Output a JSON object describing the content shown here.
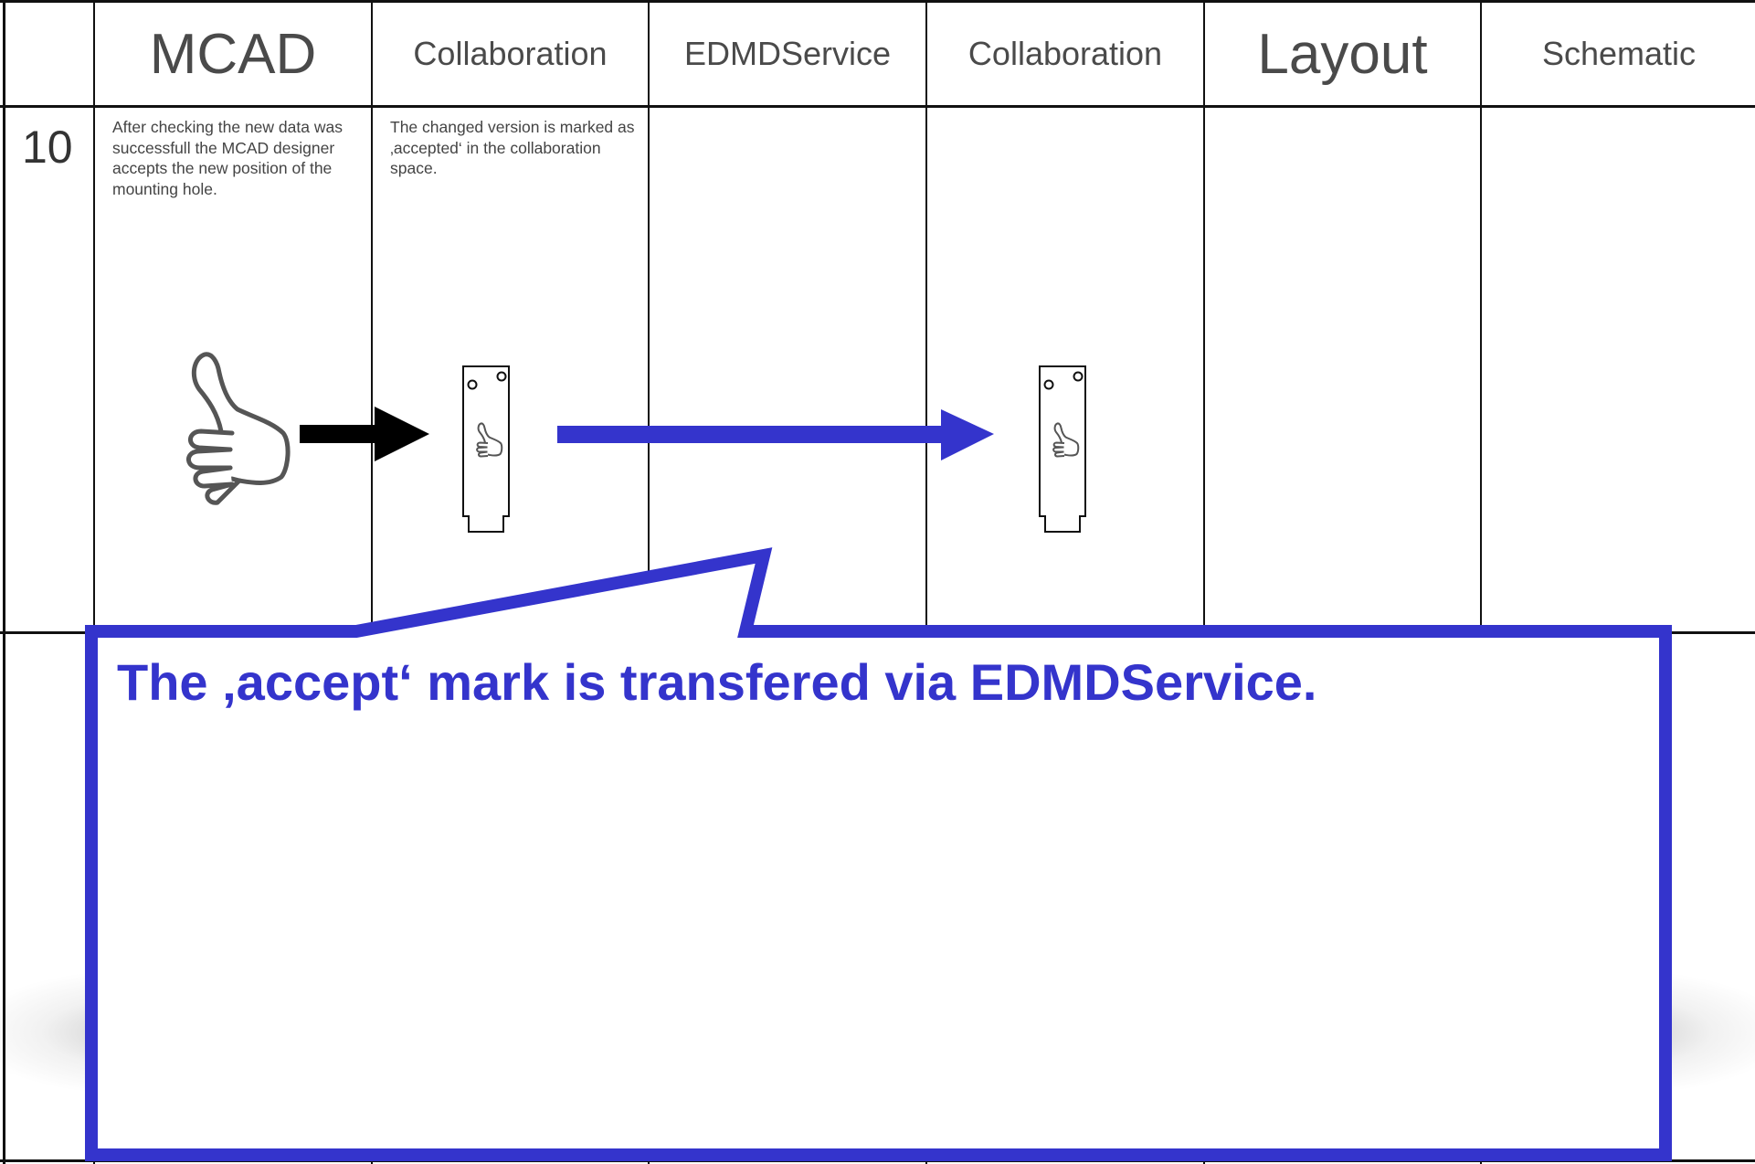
{
  "colors": {
    "callout": "#3434CC",
    "grid": "#111111",
    "header_text": "#4A4A4A",
    "body_text": "#444444",
    "black_arrow": "#000000"
  },
  "table": {
    "headers": [
      "MCAD",
      "Collaboration",
      "EDMDService",
      "Collaboration",
      "Layout",
      "Schematic"
    ],
    "row_number": "10",
    "descriptions": {
      "mcad": "After checking the new data was successfull the MCAD designer accepts the new position of the mounting hole.",
      "collaboration": "The changed version is marked as ‚accepted‘ in the collaboration space."
    }
  },
  "diagram": {
    "icons": [
      "thumbs-up-icon",
      "pcb-board-icon",
      "pcb-board-icon"
    ],
    "arrows": [
      "black-arrow",
      "blue-arrow"
    ]
  },
  "callout": {
    "text": "The ‚accept‘ mark is transfered via EDMDService."
  }
}
